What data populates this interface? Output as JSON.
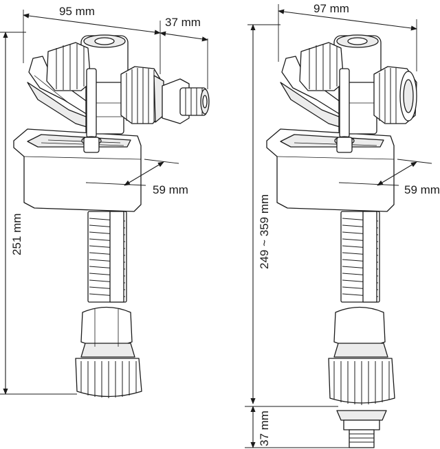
{
  "left_valve": {
    "dim_width_body": "95 mm",
    "dim_width_inlet": "37 mm",
    "dim_depth": "59 mm",
    "dim_height": "251 mm"
  },
  "right_valve": {
    "dim_width": "97 mm",
    "dim_depth": "59 mm",
    "dim_height": "249 ~ 359 mm",
    "dim_bottom": "37 mm"
  }
}
